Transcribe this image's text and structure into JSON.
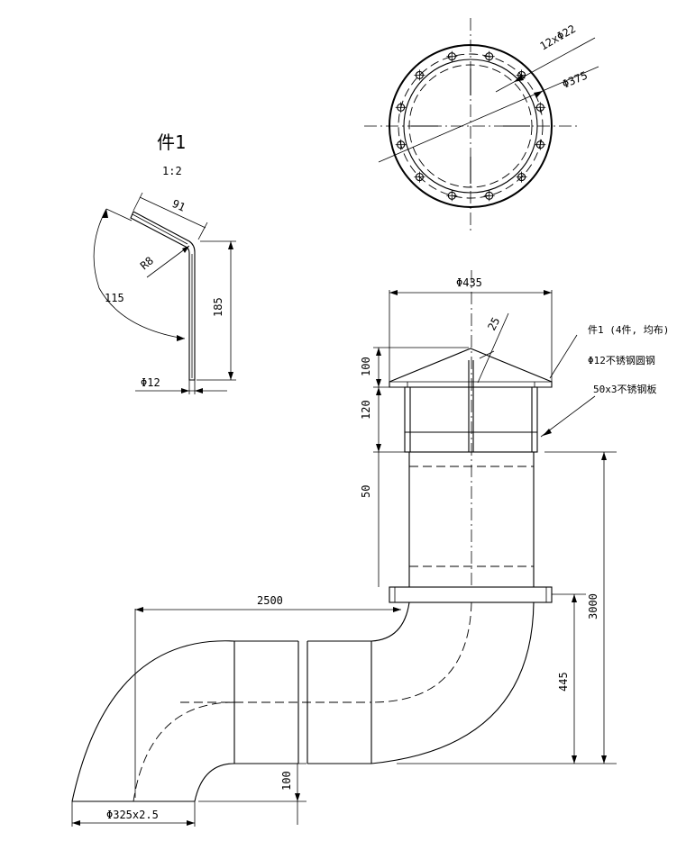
{
  "detail": {
    "title": "件1",
    "scale": "1:2",
    "dim_91": "91",
    "dim_R8": "R8",
    "dim_115": "115",
    "dim_185": "185",
    "dim_d12": "Φ12"
  },
  "top_view": {
    "holes": "12xΦ22",
    "bolt_circle": "Φ375"
  },
  "elevation": {
    "cap_dia": "Φ435",
    "cap_slope": "25",
    "h_100": "100",
    "h_120": "120",
    "h_50": "50",
    "h_3000": "3000",
    "h_445": "445",
    "len_2500": "2500",
    "bottom_100": "100",
    "pipe_spec": "Φ325x2.5",
    "note_part1": "件1 (4件, 均布)",
    "note_rod": "Φ12不锈钢圆钢",
    "note_plate": "50x3不锈钢板"
  }
}
